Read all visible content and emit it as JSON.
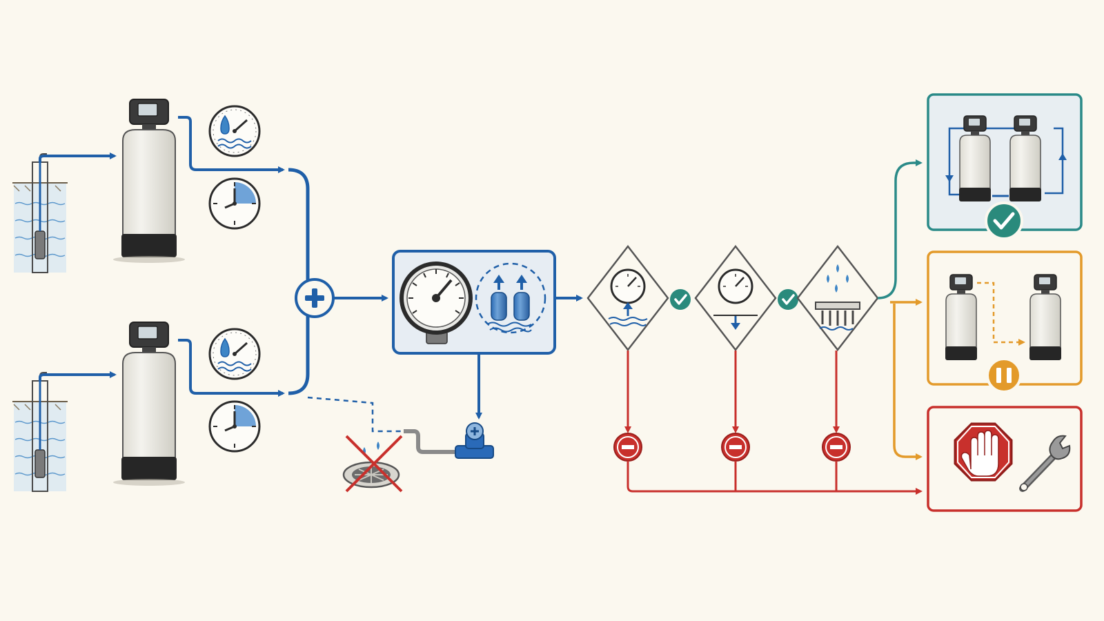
{
  "colors": {
    "background": "#fbf8ef",
    "water_blue": "#1f5fa8",
    "light_water": "#7fb3de",
    "teal": "#2a8a88",
    "orange": "#e39a2a",
    "red": "#c8302c",
    "ok_green": "#2a8a7c",
    "tank_body": "#ecebe4",
    "tank_base": "#262626",
    "panel_fill": "#e7edf3",
    "outline": "#3a3a3a",
    "drain_gray": "#8a8a8a"
  },
  "flows": {
    "source_1": {
      "from": "well-1",
      "to": "softener-1",
      "line": "water_blue"
    },
    "source_2": {
      "from": "well-2",
      "to": "softener-2",
      "line": "water_blue"
    },
    "merge": {
      "into": "merge-node",
      "to": "pressure-panel",
      "line": "water_blue"
    },
    "bypass": {
      "from": "merge-node",
      "to": "drain",
      "style": "dashed",
      "line": "water_blue"
    },
    "checks": [
      "pressure-up-check",
      "pressure-down-check",
      "leak-check"
    ],
    "outcomes": [
      {
        "name": "normal-operation",
        "color": "teal",
        "icon": "check-icon"
      },
      {
        "name": "standby-operation",
        "color": "orange",
        "icon": "pause-icon"
      },
      {
        "name": "stop-maintenance",
        "color": "red",
        "icon": "stop-hand-icon"
      }
    ]
  },
  "icons": {
    "meter": "water-meter-icon",
    "timer": "timer-icon",
    "merge": "plus-icon",
    "gauge": "pressure-gauge-icon",
    "vessels": "pressure-vessels-icon",
    "drain": "drain-icon",
    "valve": "valve-icon",
    "ok": "check-icon",
    "fail": "minus-icon",
    "pause": "pause-icon",
    "stop": "stop-hand-icon",
    "wrench": "wrench-icon"
  }
}
